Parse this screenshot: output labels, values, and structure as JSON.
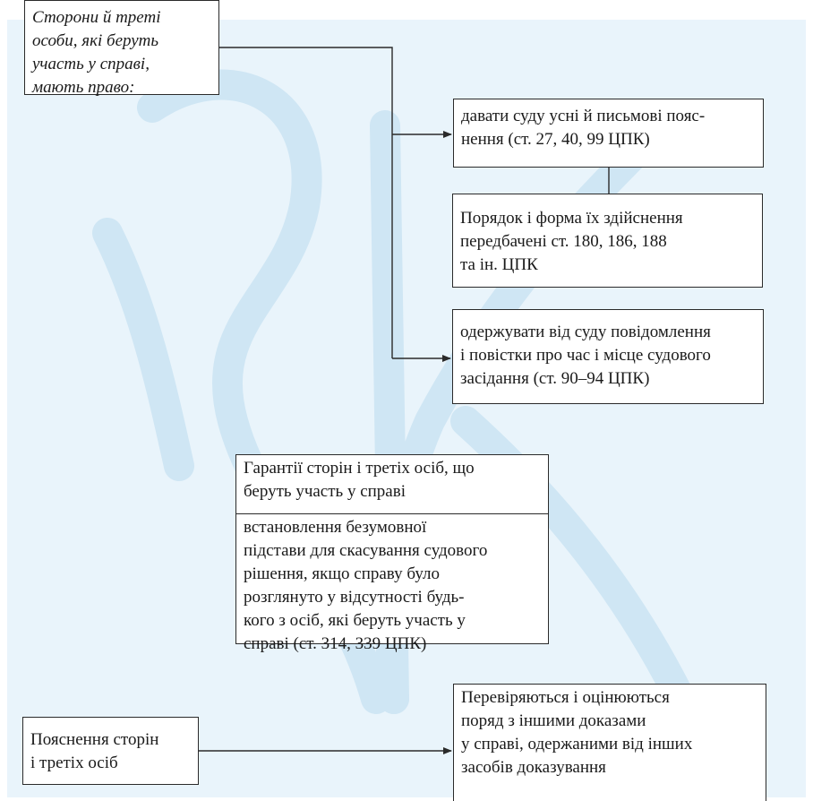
{
  "boxes": {
    "parties_rights": "Сторони й треті\nособи, які беруть\nучасть у справі,\nмають право:",
    "give_explanations": "давати суду усні й письмові пояс-\nнення (ст. 27, 40, 99 ЦПК)",
    "procedure_form": "Порядок і форма їх здійснення\nпередбачені ст. 180, 186, 188\nта ін. ЦПК",
    "receive_notices": "одержувати від суду повідомлення\nі повістки про час і місце судового\nзасідання (ст. 90–94 ЦПК)",
    "guarantees_header": "Гарантії сторін і третіх осіб, що\nберуть участь у справі",
    "guarantees_body": "встановлення безумовної\nпідстави для скасування судового\nрішення, якщо справу було\nрозглянуто у відсутності будь-\nкого з осіб, які беруть участь у\nсправі (ст. 314, 339 ЦПК)",
    "explanations_of_parties": "Пояснення сторін\nі третіх осіб",
    "verified_evaluated": "Перевіряються і оцінюються\nпоряд з іншими доказами\nу справі, одержаними від інших\nзасобів доказування"
  },
  "colors": {
    "background": "#ffffff",
    "panel": "#e9f4fb",
    "watermark": "#cfe6f4",
    "line": "#2a2a2a"
  }
}
